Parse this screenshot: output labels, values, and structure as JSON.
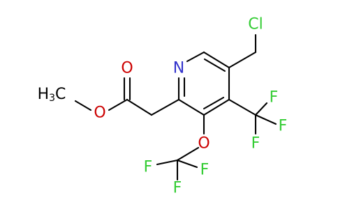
{
  "structure": {
    "atoms": {
      "n": {
        "text": "N"
      },
      "cl": {
        "text": "Cl"
      },
      "o_carbonyl": {
        "text": "O"
      },
      "o_ester": {
        "text": "O"
      },
      "methyl": {
        "text": "H",
        "subscript": "3",
        "suffix": "C"
      },
      "o_ether": {
        "text": "O"
      },
      "f1": {
        "text": "F"
      },
      "f2": {
        "text": "F"
      },
      "f3": {
        "text": "F"
      },
      "f4": {
        "text": "F"
      },
      "f5": {
        "text": "F"
      },
      "f6": {
        "text": "F"
      }
    }
  },
  "colors": {
    "bond": "#000000",
    "nitrogen": "#3333cc",
    "oxygen": "#cc0000",
    "chlorine": "#33cc33",
    "fluorine": "#33cc33",
    "carbon": "#000000"
  }
}
